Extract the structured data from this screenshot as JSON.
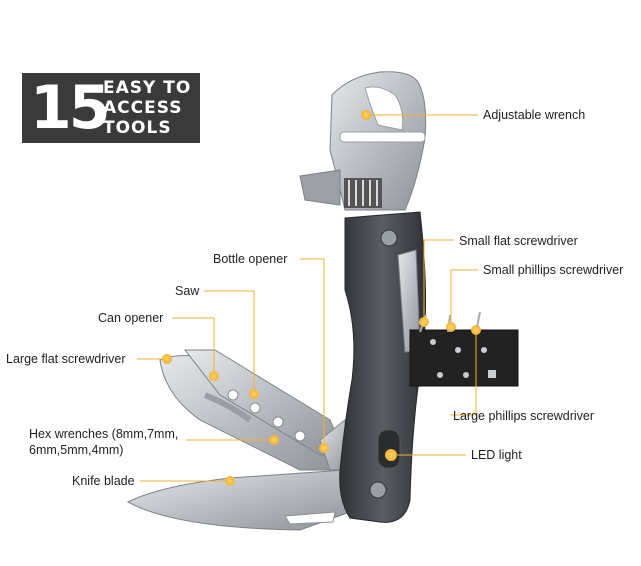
{
  "badge": {
    "number": "15",
    "line1": "EASY TO",
    "line2": "ACCESS",
    "line3": "TOOLS"
  },
  "labels": {
    "adjustable_wrench": "Adjustable wrench",
    "small_flat_screwdriver": "Small flat screwdriver",
    "small_phillips_screwdriver": "Small phillips screwdriver",
    "bottle_opener": "Bottle opener",
    "saw": "Saw",
    "can_opener": "Can opener",
    "large_flat_screwdriver": "Large flat screwdriver",
    "large_phillips_screwdriver": "Large phillips screwdriver",
    "hex_wrenches_line1": "Hex wrenches (8mm,7mm,",
    "hex_wrenches_line2": "6mm,5mm,4mm)",
    "led_light": "LED light",
    "knife_blade": "Knife blade"
  },
  "colors": {
    "accent": "#f2b233",
    "badge": "#3a3a3a",
    "handle": "#4a4d52",
    "steel": "#c9ccd0"
  }
}
